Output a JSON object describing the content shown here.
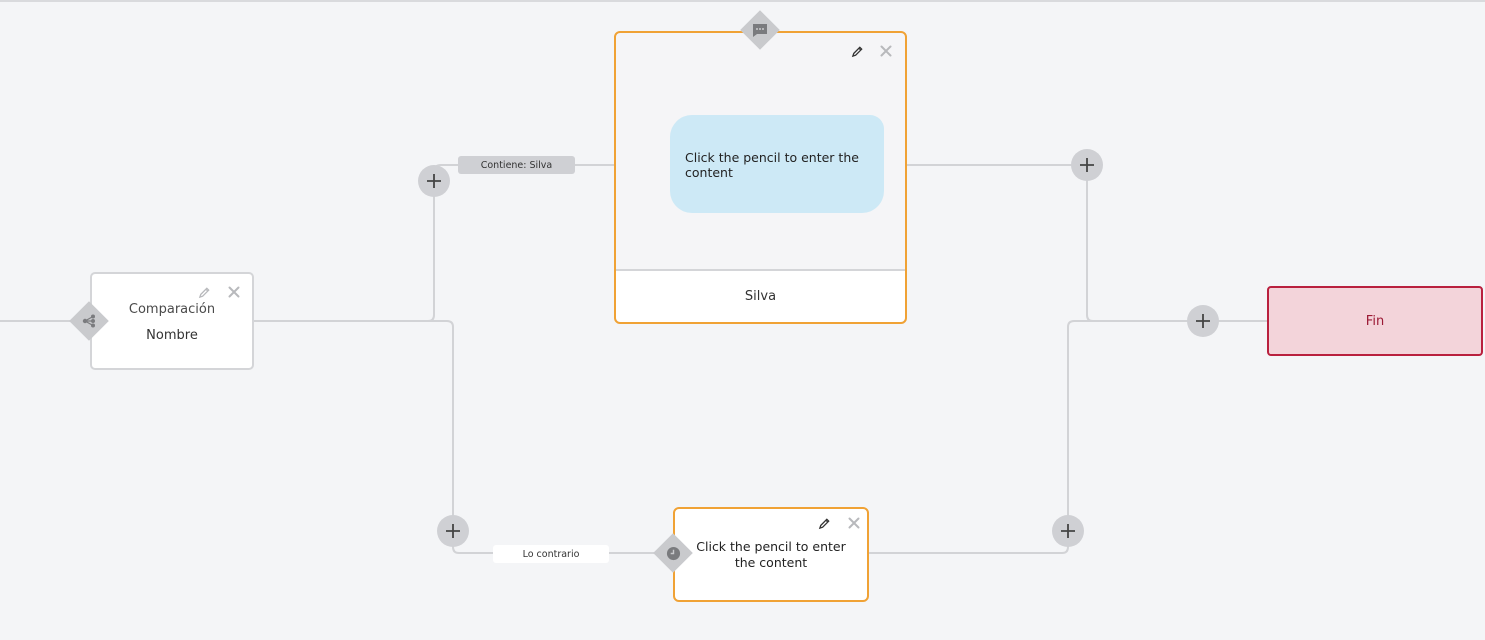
{
  "comparison_node": {
    "title": "Comparación",
    "subtitle": "Nombre",
    "icon": "branch-icon"
  },
  "condition_edge": {
    "label": "Contiene: Silva"
  },
  "else_edge": {
    "label": "Lo contrario"
  },
  "message_node": {
    "icon": "chat-bubble-icon",
    "bubble_text": "Click the pencil to enter the content",
    "footer": "Silva"
  },
  "wait_node": {
    "icon": "clock-icon",
    "text": "Click the pencil to enter the content"
  },
  "end_node": {
    "label": "Fin"
  },
  "colors": {
    "canvas_bg": "#f4f5f7",
    "connector": "#d2d3d6",
    "active_border": "#f0a235",
    "end_border": "#b9203e",
    "end_bg": "#f3d4da",
    "bubble_bg": "#cde9f6",
    "add_button_bg": "#cfd0d4"
  }
}
